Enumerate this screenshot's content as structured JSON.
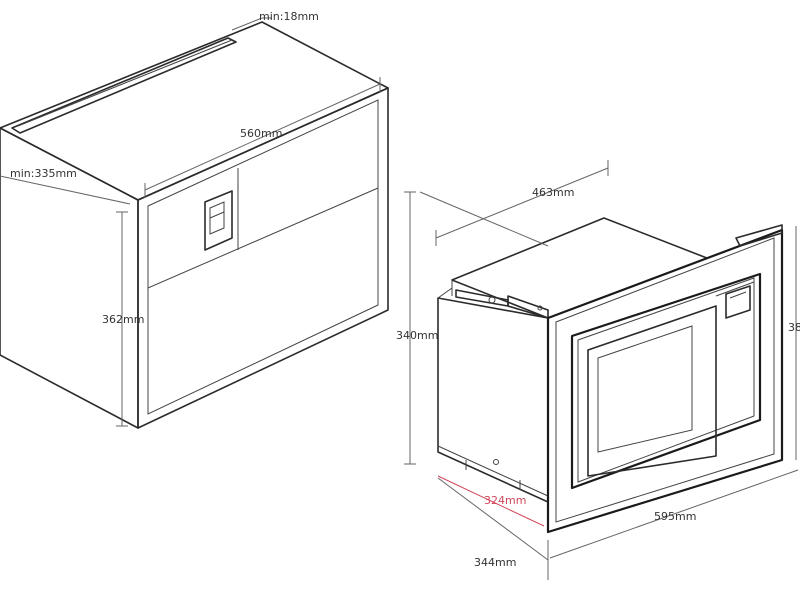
{
  "labels": {
    "min_18": "min:18mm",
    "w_560": "560mm",
    "min_335": "min:335mm",
    "h_362": "362mm",
    "d_463": "463mm",
    "h_340": "340mm",
    "h_38x": "38",
    "d_324": "324mm",
    "w_595": "595mm",
    "d_344": "344mm"
  },
  "colors": {
    "line": "#2b2b2b",
    "accent_red": "#d0485a"
  }
}
